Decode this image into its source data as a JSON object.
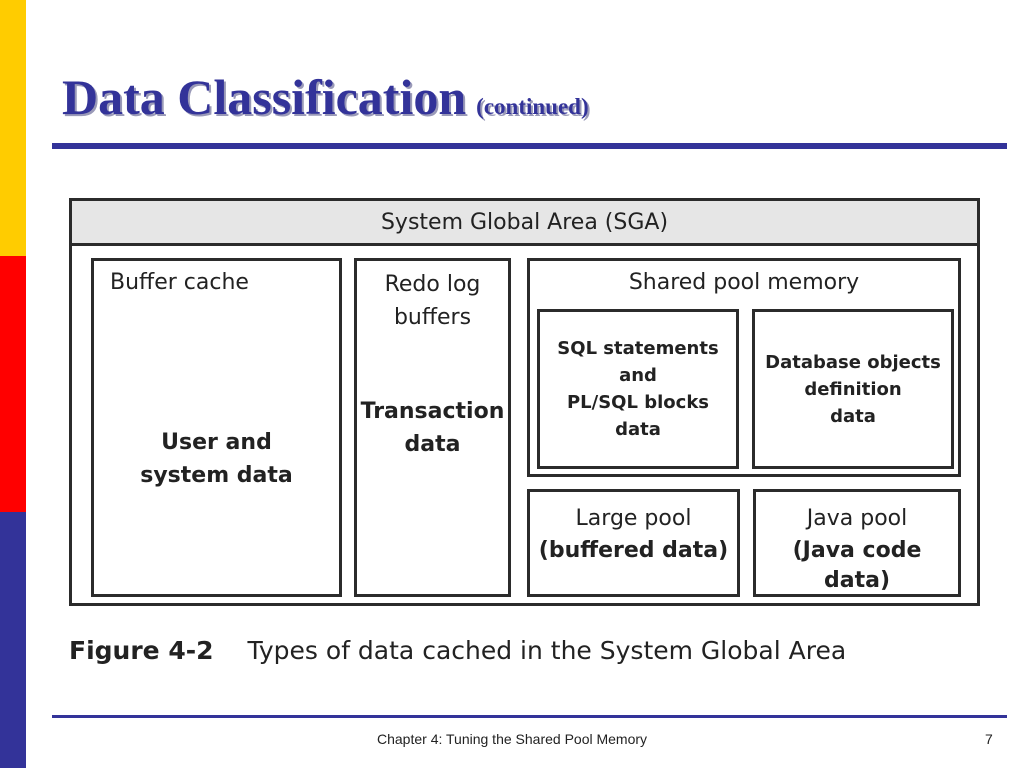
{
  "slide": {
    "title": "Data Classification",
    "title_suffix": "(continued)",
    "footer": "Chapter 4: Tuning the Shared Pool Memory",
    "page_number": "7"
  },
  "diagram": {
    "header": "System Global Area (SGA)",
    "buffer_cache": {
      "name": "Buffer cache",
      "desc_line1": "User and",
      "desc_line2": "system data"
    },
    "redo_log": {
      "name_line1": "Redo log",
      "name_line2": "buffers",
      "desc_line1": "Transaction",
      "desc_line2": "data"
    },
    "shared_pool": {
      "name": "Shared pool memory",
      "sql": {
        "line1": "SQL statements",
        "line2": "and",
        "line3": "PL/SQL blocks",
        "line4": "data"
      },
      "db_objects": {
        "line1": "Database objects",
        "line2": "definition",
        "line3": "data"
      }
    },
    "large_pool": {
      "name": "Large pool",
      "desc": "(buffered data)"
    },
    "java_pool": {
      "name": "Java pool",
      "desc": "(Java code data)"
    }
  },
  "caption": {
    "figure_number": "Figure 4-2",
    "text": "Types of data cached in the System Global Area"
  },
  "colors": {
    "accent": "#333399",
    "bar_yellow": "#FFCC00",
    "bar_red": "#FF0000",
    "bar_blue": "#333399"
  }
}
